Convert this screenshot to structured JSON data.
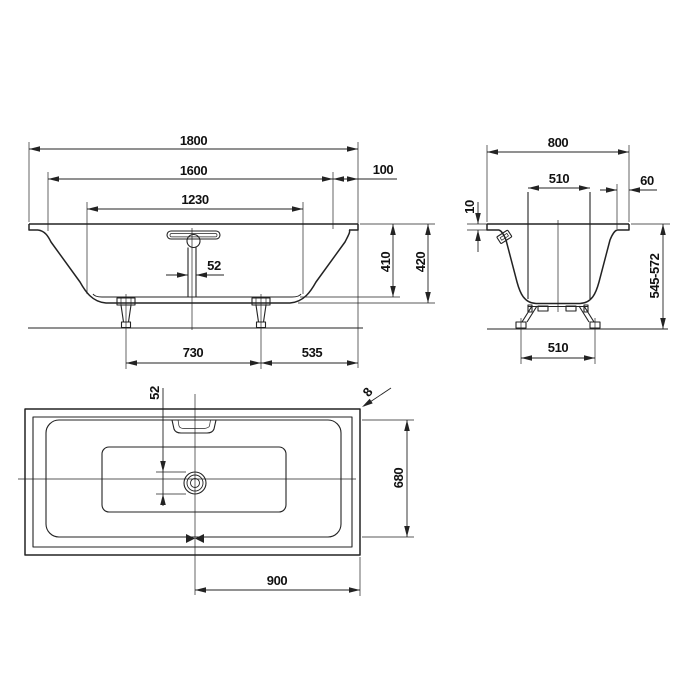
{
  "views": {
    "front": {
      "overall_length": "1800",
      "inner_length": "1600",
      "rim_overhang": "100",
      "bottom_length": "1230",
      "drain_diameter": "52",
      "inner_depth": "410",
      "overall_height": "420",
      "leg_spacing": "730",
      "leg_to_edge": "535"
    },
    "end": {
      "overall_width": "800",
      "inner_width": "510",
      "rim_width": "60",
      "rim_thickness": "10",
      "installed_height_range": "545-572",
      "leg_stance_width": "510"
    },
    "plan": {
      "drain_diameter": "52",
      "edge_radius": "8",
      "inner_width": "680",
      "center_to_end": "900"
    }
  }
}
